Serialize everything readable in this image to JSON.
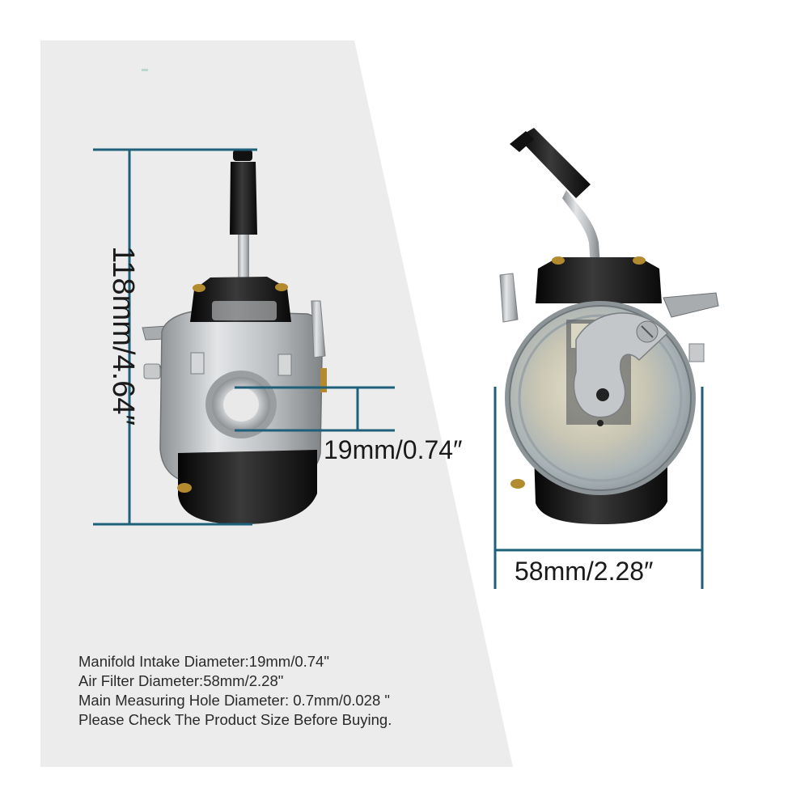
{
  "dimensions": {
    "height": "118mm/4.64″",
    "intake": "19mm/0.74″",
    "filter": "58mm/2.28″"
  },
  "specs": [
    "Manifold Intake Diameter:19mm/0.74\"",
    "Air Filter Diameter:58mm/2.28\"",
    "Main Measuring Hole Diameter: 0.7mm/0.028 \"",
    "Please Check The Product Size Before Buying."
  ],
  "colors": {
    "background_panel": "#ececec",
    "dimension_line": "#1e5f7a",
    "body_metal": "#c9cbcd",
    "black_plastic": "#161616"
  },
  "icons": {
    "left_view": "carburetor-side-view-image",
    "right_view": "carburetor-front-view-image"
  }
}
